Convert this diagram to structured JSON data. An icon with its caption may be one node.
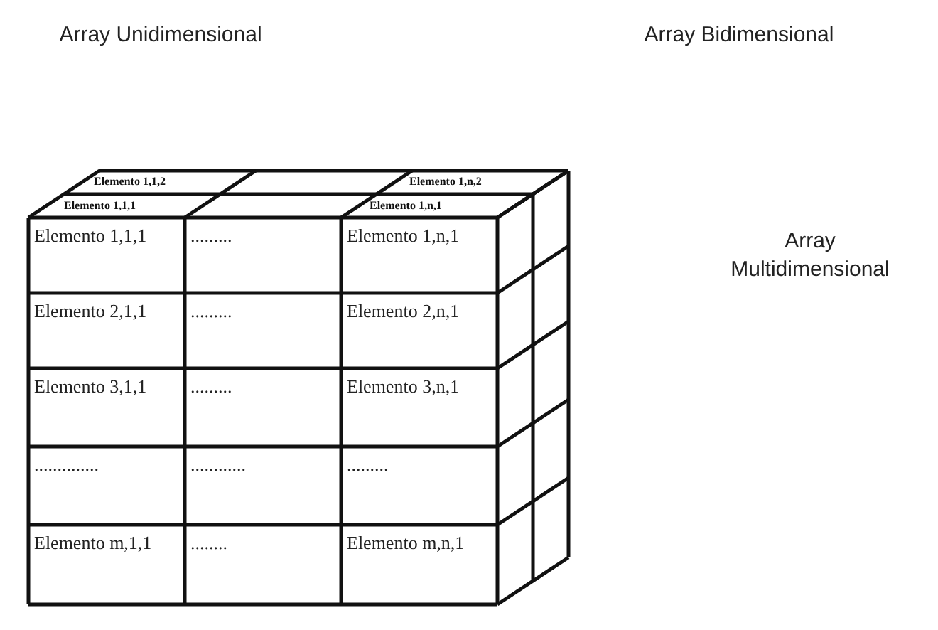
{
  "diagram": {
    "labels": [
      "Array Unidimensional",
      "Array Bidimensional",
      "Array Multidimensional",
      "Elemento 1,1,2",
      "Elemento 1,n,2",
      "Elemento 1,1,1",
      "Elemento 1,n,1",
      "Elemento 1,1,1",
      ".........",
      "Elemento 1,n,1",
      "Elemento 2,1,1",
      ".........",
      "Elemento 2,n,1",
      "Elemento 3,1,1",
      ".........",
      "Elemento 3,n,1",
      "..............",
      "............",
      ".........",
      "Elemento m,1,1",
      "........",
      "Elemento m,n,1"
    ]
  }
}
